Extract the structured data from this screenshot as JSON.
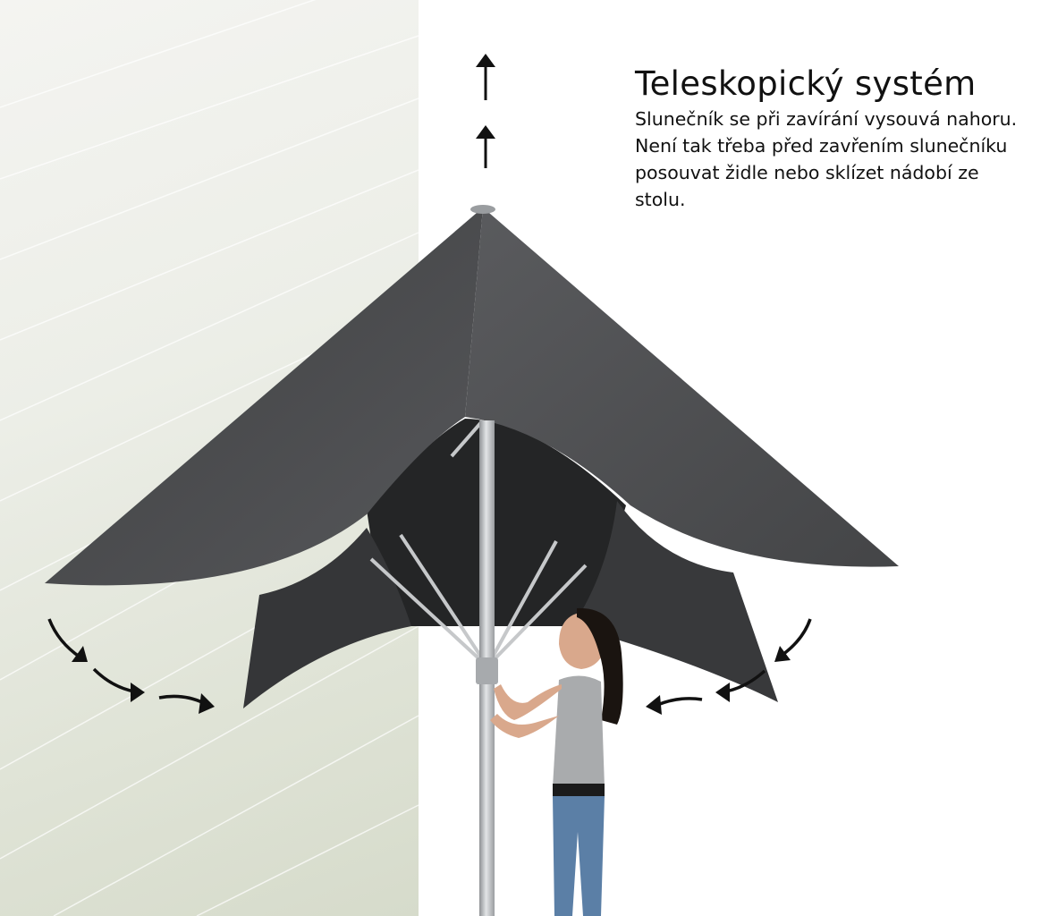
{
  "heading": "Teleskopický systém",
  "description_lines": [
    "Slunečník se při zavírání vysouvá nahoru.",
    "Není tak třeba před zavřením slunečníku",
    "posouvat židle nebo sklízet nádobí ze",
    "stolu."
  ],
  "colors": {
    "canopy": "#4a4b4d",
    "canopy_inner": "#242526",
    "pole": "#b9bcbf",
    "arrow": "#111111"
  }
}
